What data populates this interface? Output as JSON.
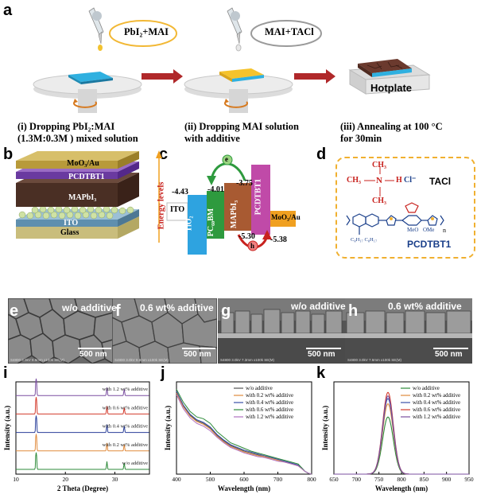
{
  "panels": {
    "a": "a",
    "b": "b",
    "c": "c",
    "d": "d",
    "e": "e",
    "f": "f",
    "g": "g",
    "h": "h",
    "i": "i",
    "j": "j",
    "k": "k"
  },
  "panel_a": {
    "bubble1": "PbI₂+MAI",
    "bubble2": "MAI+TACl",
    "hotplate": "Hotplate",
    "step1": [
      "(i) Dropping PbI₂:MAI",
      "(1.3M:0.3M ) mixed solution"
    ],
    "step2": [
      "(ii) Dropping MAI solution",
      "with additive"
    ],
    "step3": [
      "(iii) Annealing at 100 °C",
      "for 30min"
    ]
  },
  "panel_b": {
    "layers": [
      "MoO₃/Au",
      "PCDTBT1",
      "MAPbI₃",
      "ITO",
      "Glass"
    ]
  },
  "panel_c": {
    "energy_axis": "Energy levels",
    "ito": "ITO",
    "moo3": "MoO₃/Au",
    "tio2": "TiO₂",
    "pcbm": "PC₆₀BM",
    "mapbi": "MAPbI₃",
    "pcdtbt": "PCDTBT1",
    "levels": [
      "-4.43",
      "-4.01",
      "-3.75",
      "-5.30",
      "-5.38"
    ],
    "electron": "e",
    "hole": "h"
  },
  "panel_d": {
    "tacl": "TACl",
    "cl": "Cl⁻",
    "h": "H",
    "n": "N",
    "ch3": "CH₃",
    "ch3_top": "CH₃",
    "ch3_bot": "CH₃",
    "polymer": "PCDTBT1",
    "ome1": "MeO",
    "ome2": "OMe",
    "alkyl": "C₈H₁₇   C₈H₁₇",
    "sub_n": "n"
  },
  "sem": {
    "e": "w/o additive",
    "f": "0.6 wt% additive",
    "g": "w/o additive",
    "h": "0.6 wt% additive",
    "scale": "500 nm",
    "foot_e": "S4800 3.0kV 8.5mm x100k SE(M)",
    "foot_f": "S4800 3.0kV 8.8mm x100k SE(M)",
    "foot_g": "S4800 3.0kV 7.3mm x100k SE(M)",
    "foot_h": "S4800 3.0kV 7.6mm x100k SE(M)"
  },
  "chart_data": [
    {
      "id": "i",
      "type": "line",
      "xlabel": "2 Theta (Degree)",
      "ylabel": "Intensity (a.u.)",
      "xlim": [
        10,
        37
      ],
      "xticks": [
        10,
        20,
        30
      ],
      "series": [
        {
          "name": "with 1.2 wt% additive",
          "color": "#7b4fa0",
          "peaks": [
            14.1,
            28.4,
            31.9
          ]
        },
        {
          "name": "with 0.6 wt% additive",
          "color": "#d33a2c",
          "peaks": [
            14.1,
            28.4,
            31.9
          ]
        },
        {
          "name": "with 0.4 wt% additive",
          "color": "#2a3f9a",
          "peaks": [
            14.1,
            28.4,
            31.9
          ]
        },
        {
          "name": "with 0.2 wt% additive",
          "color": "#e08a3c",
          "peaks": [
            14.1,
            28.4,
            31.9
          ]
        },
        {
          "name": "w/o additive",
          "color": "#2e8b3a",
          "peaks": [
            14.1,
            28.4,
            31.9
          ]
        }
      ]
    },
    {
      "id": "j",
      "type": "line",
      "xlabel": "Wavelength (nm)",
      "ylabel": "Intensity (a.u.)",
      "xlim": [
        400,
        800
      ],
      "xticks": [
        400,
        500,
        600,
        700,
        800
      ],
      "ylim": [
        0,
        1
      ],
      "x": [
        400,
        420,
        440,
        460,
        480,
        500,
        520,
        540,
        560,
        580,
        600,
        620,
        640,
        660,
        680,
        700,
        720,
        740,
        760,
        770,
        780,
        790,
        800
      ],
      "series": [
        {
          "name": "w/o additive",
          "color": "#555555",
          "values": [
            0.9,
            0.74,
            0.64,
            0.58,
            0.55,
            0.5,
            0.42,
            0.36,
            0.31,
            0.28,
            0.25,
            0.23,
            0.21,
            0.19,
            0.18,
            0.16,
            0.14,
            0.12,
            0.1,
            0.07,
            0.03,
            0.01,
            0.0
          ]
        },
        {
          "name": "with 0.2 wt% additive",
          "color": "#e08a3c",
          "values": [
            0.88,
            0.73,
            0.63,
            0.57,
            0.54,
            0.49,
            0.41,
            0.35,
            0.3,
            0.27,
            0.24,
            0.22,
            0.2,
            0.19,
            0.17,
            0.15,
            0.13,
            0.11,
            0.09,
            0.06,
            0.03,
            0.01,
            0.0
          ]
        },
        {
          "name": "with 0.4 wt% additive",
          "color": "#3a4fa8",
          "values": [
            0.9,
            0.75,
            0.65,
            0.59,
            0.56,
            0.51,
            0.43,
            0.37,
            0.32,
            0.29,
            0.26,
            0.24,
            0.22,
            0.2,
            0.18,
            0.16,
            0.14,
            0.12,
            0.1,
            0.07,
            0.03,
            0.01,
            0.0
          ]
        },
        {
          "name": "with 0.6 wt% additive",
          "color": "#2e8b3a",
          "values": [
            0.92,
            0.78,
            0.68,
            0.62,
            0.6,
            0.55,
            0.46,
            0.4,
            0.34,
            0.31,
            0.28,
            0.25,
            0.23,
            0.21,
            0.19,
            0.17,
            0.15,
            0.13,
            0.11,
            0.07,
            0.03,
            0.01,
            0.0
          ]
        },
        {
          "name": "with 1.2 wt% additive",
          "color": "#b070c0",
          "values": [
            0.86,
            0.71,
            0.61,
            0.55,
            0.52,
            0.47,
            0.4,
            0.34,
            0.29,
            0.26,
            0.23,
            0.21,
            0.19,
            0.18,
            0.16,
            0.14,
            0.13,
            0.11,
            0.09,
            0.06,
            0.03,
            0.01,
            0.0
          ]
        }
      ]
    },
    {
      "id": "k",
      "type": "line",
      "xlabel": "Wavelength (nm)",
      "ylabel": "Intensity (a.u.)",
      "xlim": [
        650,
        950
      ],
      "xticks": [
        650,
        700,
        750,
        800,
        850,
        900,
        950
      ],
      "ylim": [
        0,
        1.05
      ],
      "peak_center": 770,
      "peak_fwhm": 28,
      "series": [
        {
          "name": "w/o additive",
          "color": "#2e8b3a",
          "peak": 0.65
        },
        {
          "name": "with 0.2 wt% additive",
          "color": "#e08a3c",
          "peak": 0.8
        },
        {
          "name": "with 0.4 wt% additive",
          "color": "#3a4fa8",
          "peak": 0.86
        },
        {
          "name": "with 0.6 wt% additive",
          "color": "#d33a2c",
          "peak": 0.93
        },
        {
          "name": "with 1.2 wt% additive",
          "color": "#7b4fa0",
          "peak": 0.89
        }
      ]
    }
  ]
}
